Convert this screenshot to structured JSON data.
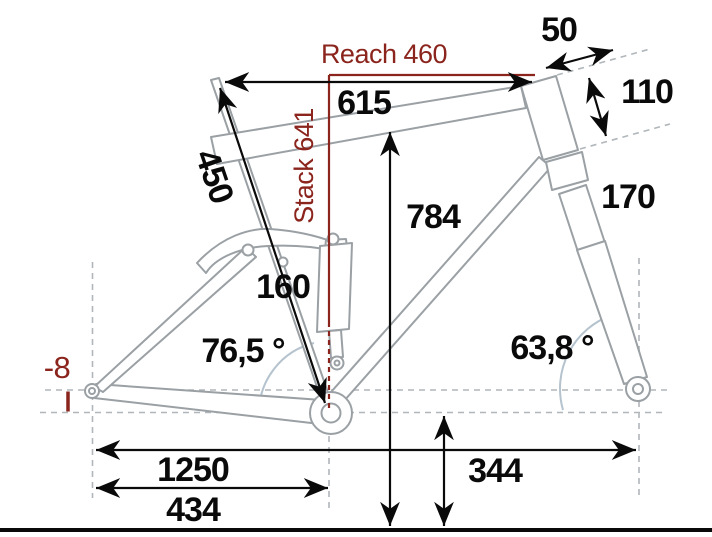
{
  "diagram": {
    "type": "full-suspension-bike-frame-geometry",
    "labels": {
      "reach": "Reach 460",
      "stack": "Stack 641",
      "effective_top_tube": "615",
      "stem_length": "50",
      "head_tube_length": "110",
      "fork_length": "170",
      "standover_height": "784",
      "seat_tube_length": "450",
      "rear_travel": "160",
      "seat_tube_angle": "76,5 °",
      "head_tube_angle": "63,8 °",
      "bb_drop": "-8",
      "wheelbase": "1250",
      "chainstay_length": "434",
      "bb_height": "344"
    },
    "colors": {
      "dimension_red": "#8a241c",
      "frame_gray": "#9aa0a4",
      "construction_gray": "#b0b6ba",
      "angle_arc_blue": "#b5c3ce",
      "dimension_black": "#0a0a0a",
      "background": "#ffffff"
    }
  }
}
